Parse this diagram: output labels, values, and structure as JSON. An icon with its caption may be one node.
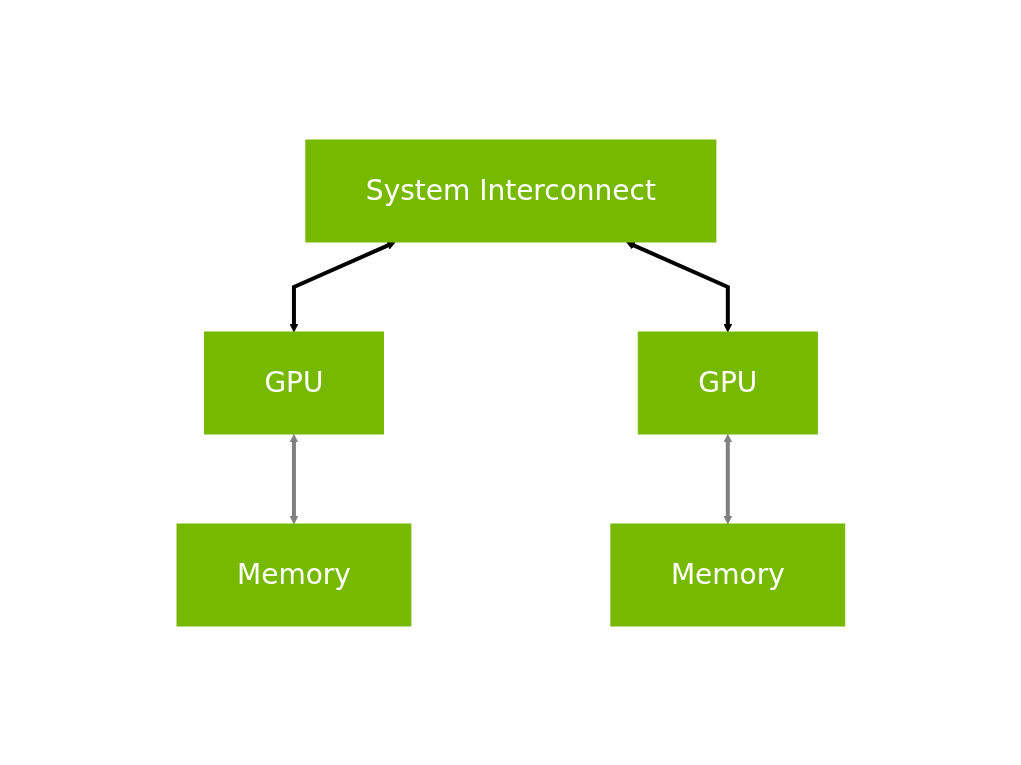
{
  "diagram": {
    "nodes": [
      {
        "text": [
          "System Interconnect"
        ]
      },
      {
        "text": [
          "GPU"
        ]
      },
      {
        "text": [
          "GPU"
        ]
      },
      {
        "text": [
          "Memory"
        ]
      },
      {
        "text": [
          "Memory"
        ]
      }
    ],
    "edges": [
      {
        "from": 0,
        "to": 1,
        "arrow": "both",
        "color": "#000000"
      },
      {
        "from": 0,
        "to": 2,
        "arrow": "both",
        "color": "#000000"
      },
      {
        "from": 1,
        "to": 3,
        "arrow": "both",
        "color": "#808080"
      },
      {
        "from": 2,
        "to": 4,
        "arrow": "both",
        "color": "#808080"
      }
    ]
  }
}
